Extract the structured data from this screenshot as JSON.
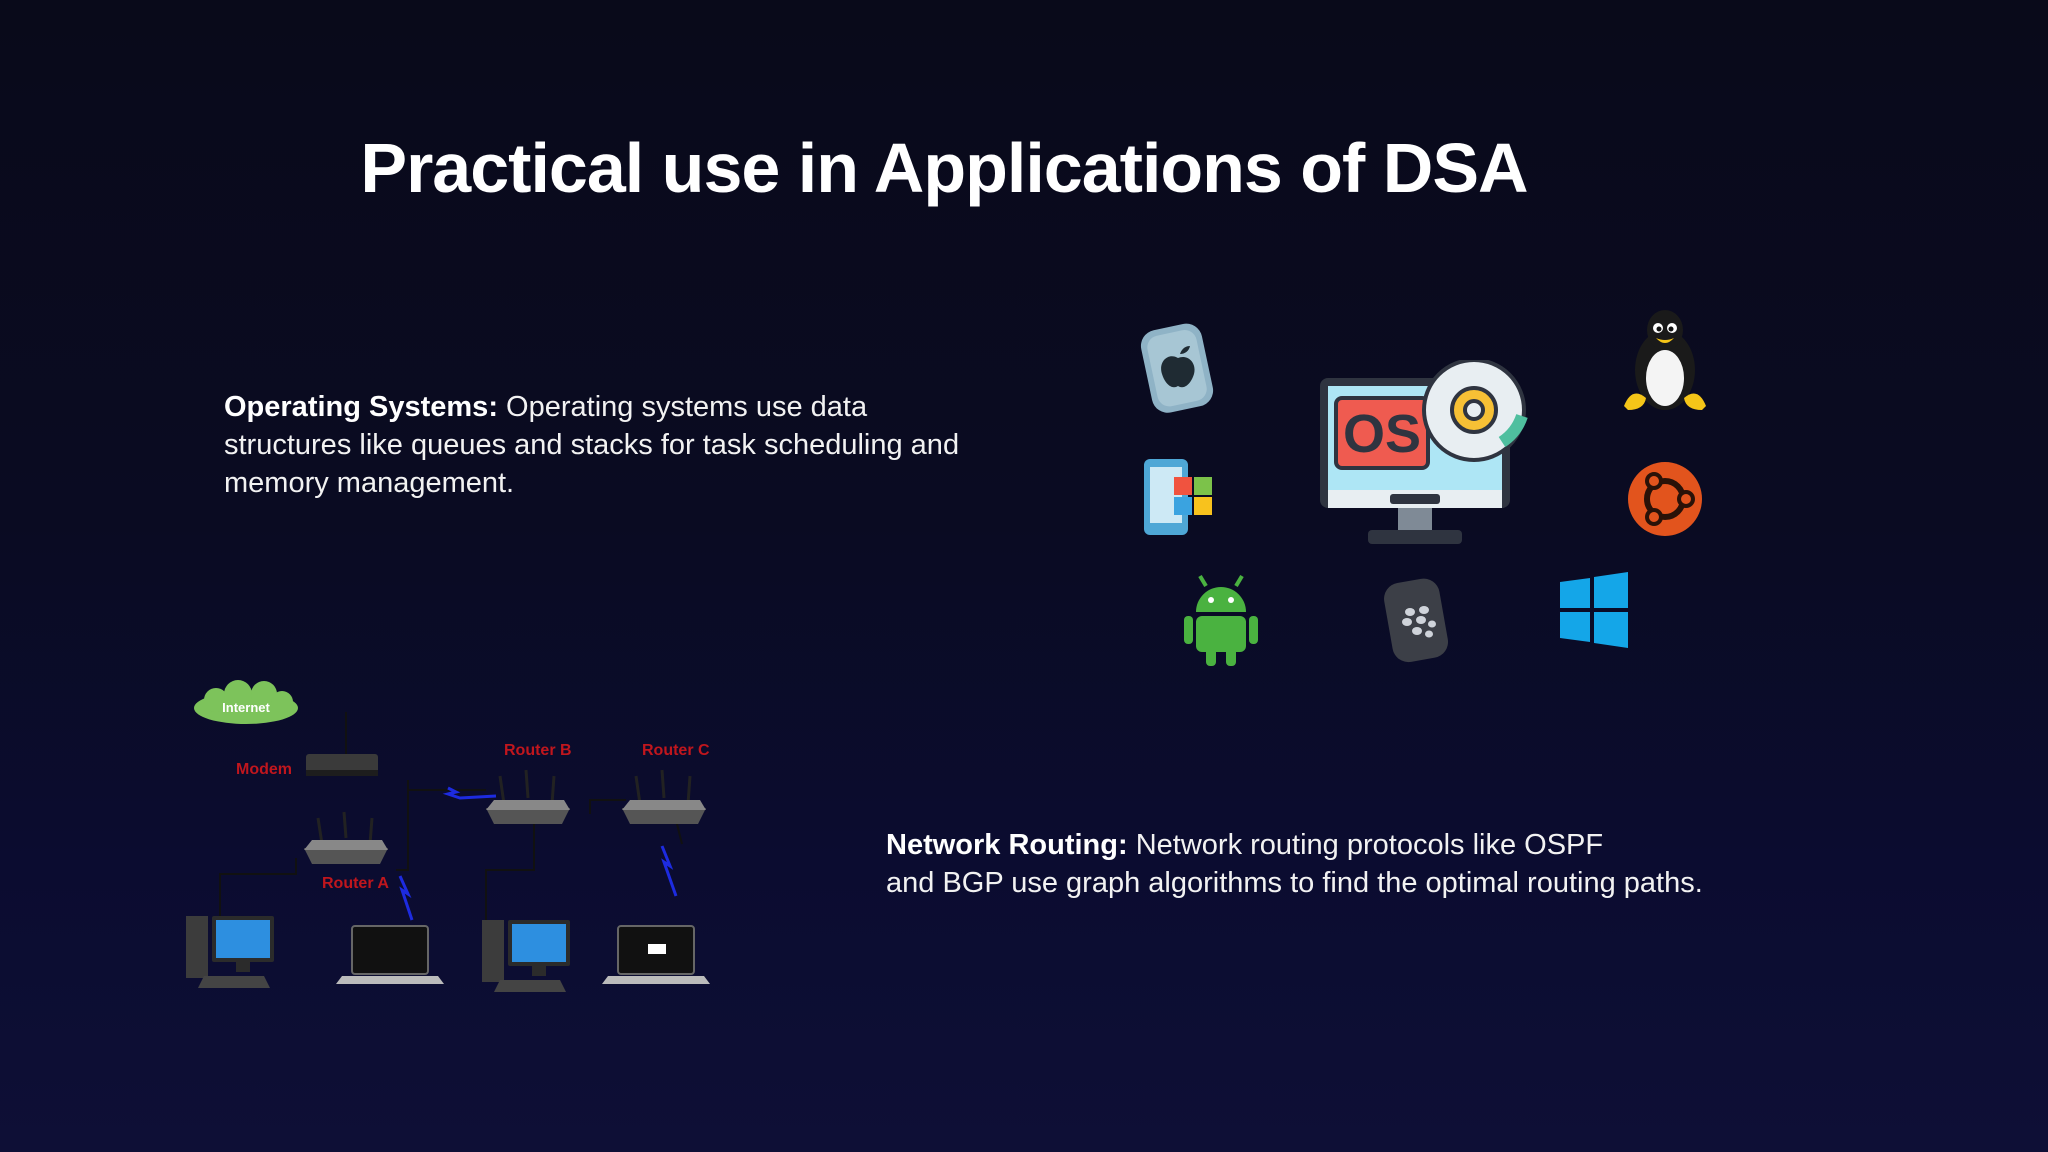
{
  "slide": {
    "title": "Practical use in Applications of DSA"
  },
  "os_section": {
    "heading": "Operating Systems:",
    "body": " Operating systems use data structures like queues and stacks for task scheduling and memory management.",
    "center_icon_text": "OS",
    "icons": [
      "apple-icon",
      "windows-tablet-icon",
      "android-icon",
      "blackberry-icon",
      "windows-icon",
      "linux-tux-icon",
      "ubuntu-icon"
    ]
  },
  "network_section": {
    "heading": "Network Routing:",
    "body_line1": " Network routing protocols like OSPF",
    "body_line2": "and BGP use graph algorithms to find the optimal routing paths.",
    "diagram": {
      "internet_label": "Internet",
      "modem_label": "Modem",
      "router_a_label": "Router A",
      "router_b_label": "Router B",
      "router_c_label": "Router C"
    }
  },
  "colors": {
    "background": "#0a0b22",
    "label_red": "#c0161d",
    "cloud_green": "#7dc35b"
  }
}
